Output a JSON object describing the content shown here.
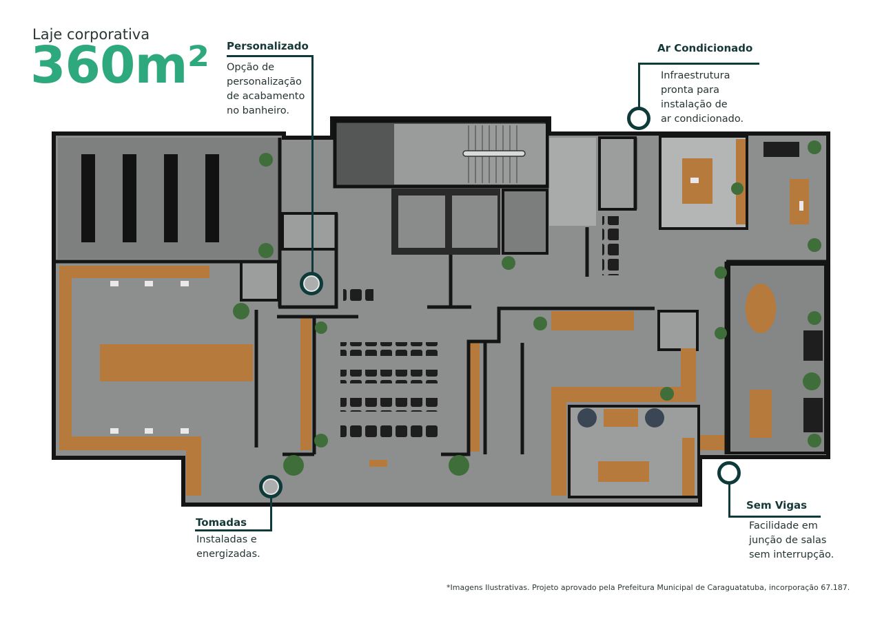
{
  "header": {
    "subtitle": "Laje corporativa",
    "area": "360m²"
  },
  "callouts": {
    "personalizado": {
      "title": "Personalizado",
      "lines": [
        "Opção de",
        "personalização",
        "de acabamento",
        "no banheiro."
      ]
    },
    "ar_condicionado": {
      "title": "Ar Condicionado",
      "lines": [
        "Infraestrutura",
        "pronta para",
        "instalação de",
        "ar condicionado."
      ]
    },
    "tomadas": {
      "title": "Tomadas",
      "lines": [
        "Instaladas e",
        "energizadas."
      ]
    },
    "sem_vigas": {
      "title": "Sem Vigas",
      "lines": [
        "Facilidade em",
        "junção de salas",
        "sem interrupção."
      ]
    }
  },
  "footnote": "*Imagens Ilustrativas. Projeto aprovado pela Prefeitura Municipal de Caraguatatuba, incorporação 67.187.",
  "colors": {
    "accent": "#2ea87d",
    "line": "#0f3a3a",
    "floor": "#8f9090",
    "wall": "#1a1a1a",
    "wood": "#b57a3c"
  }
}
